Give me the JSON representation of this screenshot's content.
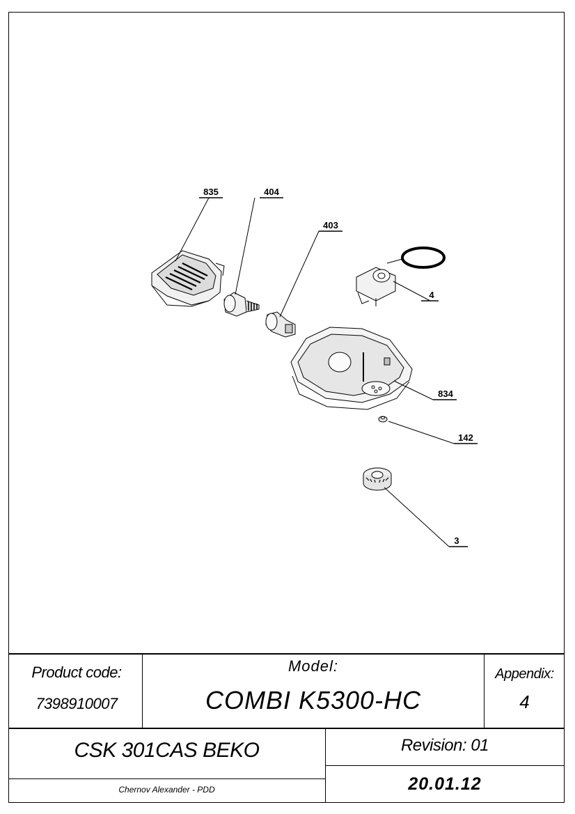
{
  "diagram": {
    "callouts": [
      {
        "id": "835",
        "label": "835"
      },
      {
        "id": "404",
        "label": "404"
      },
      {
        "id": "403",
        "label": "403"
      },
      {
        "id": "4",
        "label": "4"
      },
      {
        "id": "834",
        "label": "834"
      },
      {
        "id": "142",
        "label": "142"
      },
      {
        "id": "3",
        "label": "3"
      }
    ]
  },
  "title_block": {
    "product_code_label": "Product code:",
    "product_code_value": "7398910007",
    "model_label": "Model:",
    "model_value": "COMBI K5300-HC",
    "appendix_label": "Appendix:",
    "appendix_value": "4",
    "product_name": "CSK 301CAS BEKO",
    "revision": "Revision: 01",
    "author": "Chernov Alexander - PDD",
    "date": "20.01.12"
  }
}
